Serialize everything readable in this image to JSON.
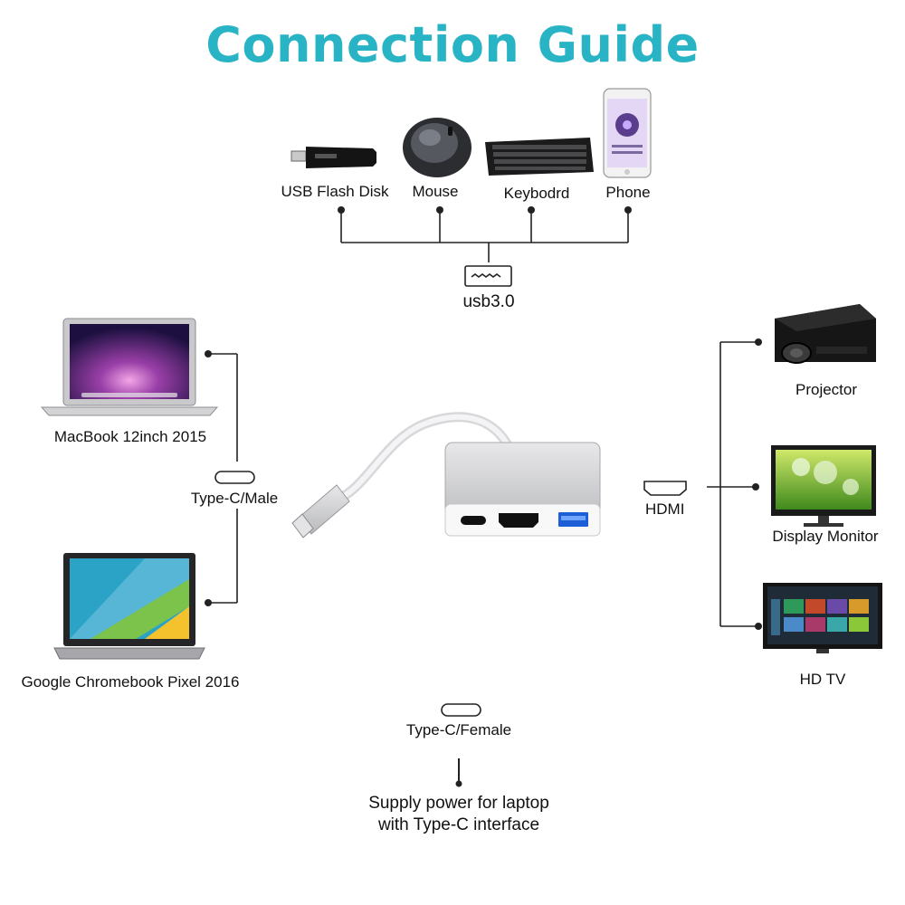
{
  "title": "Connection Guide",
  "accent_color": "#29b4c6",
  "usb_devices": [
    {
      "label": "USB Flash Disk",
      "icon": "usb-flash-drive-icon"
    },
    {
      "label": "Mouse",
      "icon": "mouse-icon"
    },
    {
      "label": "Keybodrd",
      "icon": "keyboard-icon"
    },
    {
      "label": "Phone",
      "icon": "phone-icon"
    }
  ],
  "usb_port_label": "usb3.0",
  "laptops": [
    {
      "label": "MacBook 12inch 2015",
      "icon": "macbook-icon"
    },
    {
      "label": "Google Chromebook Pixel 2016",
      "icon": "chromebook-icon"
    }
  ],
  "male_port_label": "Type-C/Male",
  "hdmi_label": "HDMI",
  "displays": [
    {
      "label": "Projector",
      "icon": "projector-icon"
    },
    {
      "label": "Display Monitor",
      "icon": "monitor-icon"
    },
    {
      "label": "HD TV",
      "icon": "tv-icon"
    }
  ],
  "female_port_label": "Type-C/Female",
  "supply_note": [
    "Supply power for laptop",
    "with Type-C interface"
  ]
}
